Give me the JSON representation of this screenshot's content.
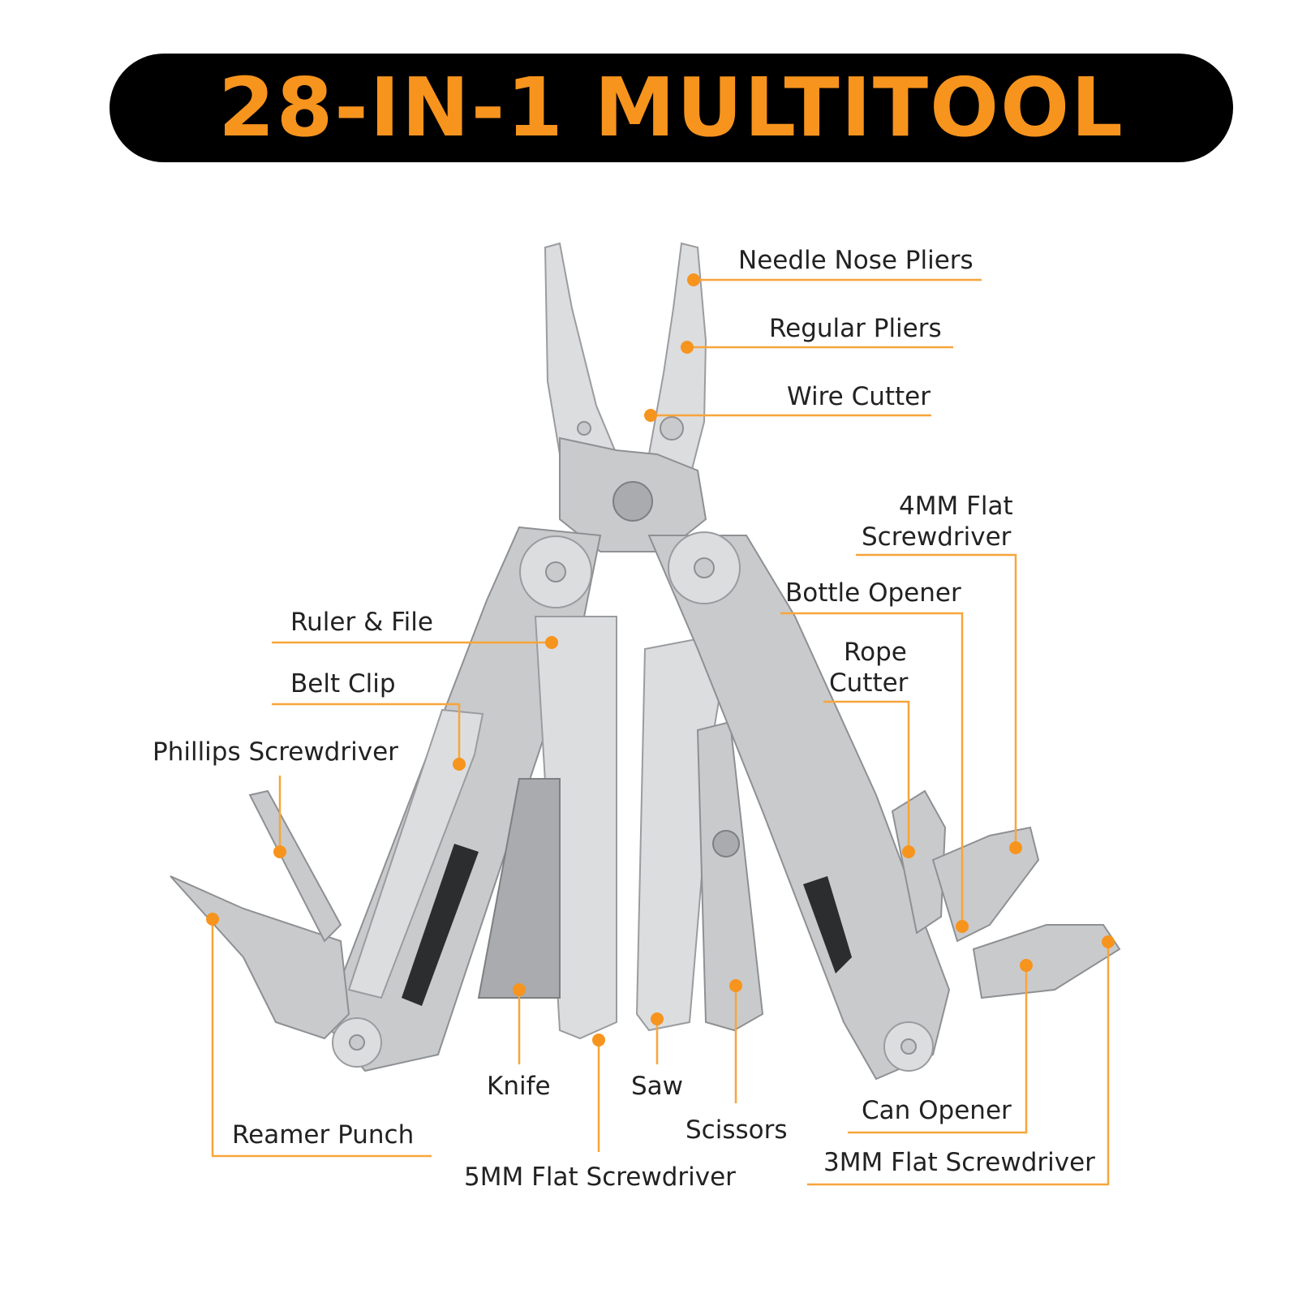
{
  "title": "28-IN-1 MULTITOOL",
  "colors": {
    "banner_background": "#000000",
    "accent_orange": "#f7941d",
    "label_text": "#222222",
    "steel": "#c9cacc"
  },
  "callouts": {
    "needle_nose_pliers": "Needle Nose Pliers",
    "regular_pliers": "Regular Pliers",
    "wire_cutter": "Wire Cutter",
    "flat_4mm_line1": "4MM Flat",
    "flat_4mm_line2": "Screwdriver",
    "bottle_opener": "Bottle Opener",
    "rope_cutter_line1": "Rope",
    "rope_cutter_line2": "Cutter",
    "ruler_file": "Ruler & File",
    "belt_clip": "Belt Clip",
    "phillips_screwdriver": "Phillips Screwdriver",
    "reamer_punch": "Reamer Punch",
    "knife": "Knife",
    "flat_5mm": "5MM Flat Screwdriver",
    "saw": "Saw",
    "scissors": "Scissors",
    "can_opener": "Can Opener",
    "flat_3mm": "3MM Flat Screwdriver"
  }
}
